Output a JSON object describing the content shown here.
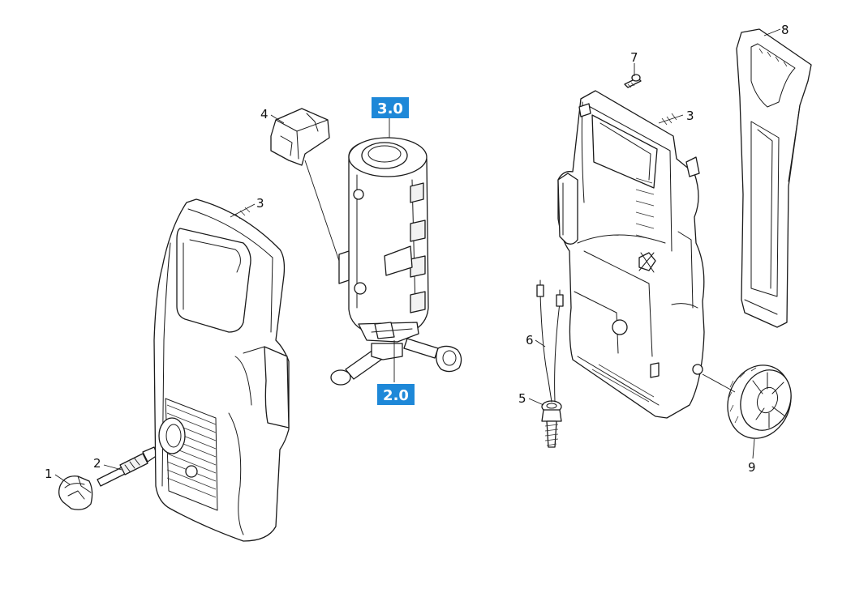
{
  "callouts": {
    "c1": "1",
    "c2": "2",
    "c3a": "3",
    "c3b": "3",
    "c4": "4",
    "c5": "5",
    "c6": "6",
    "c7": "7",
    "c8": "8",
    "c9": "9"
  },
  "assemblies": {
    "top": "3.0",
    "bottom": "2.0"
  },
  "colors": {
    "assembly_badge": "#1e88d8",
    "line": "#1a1a1a"
  }
}
